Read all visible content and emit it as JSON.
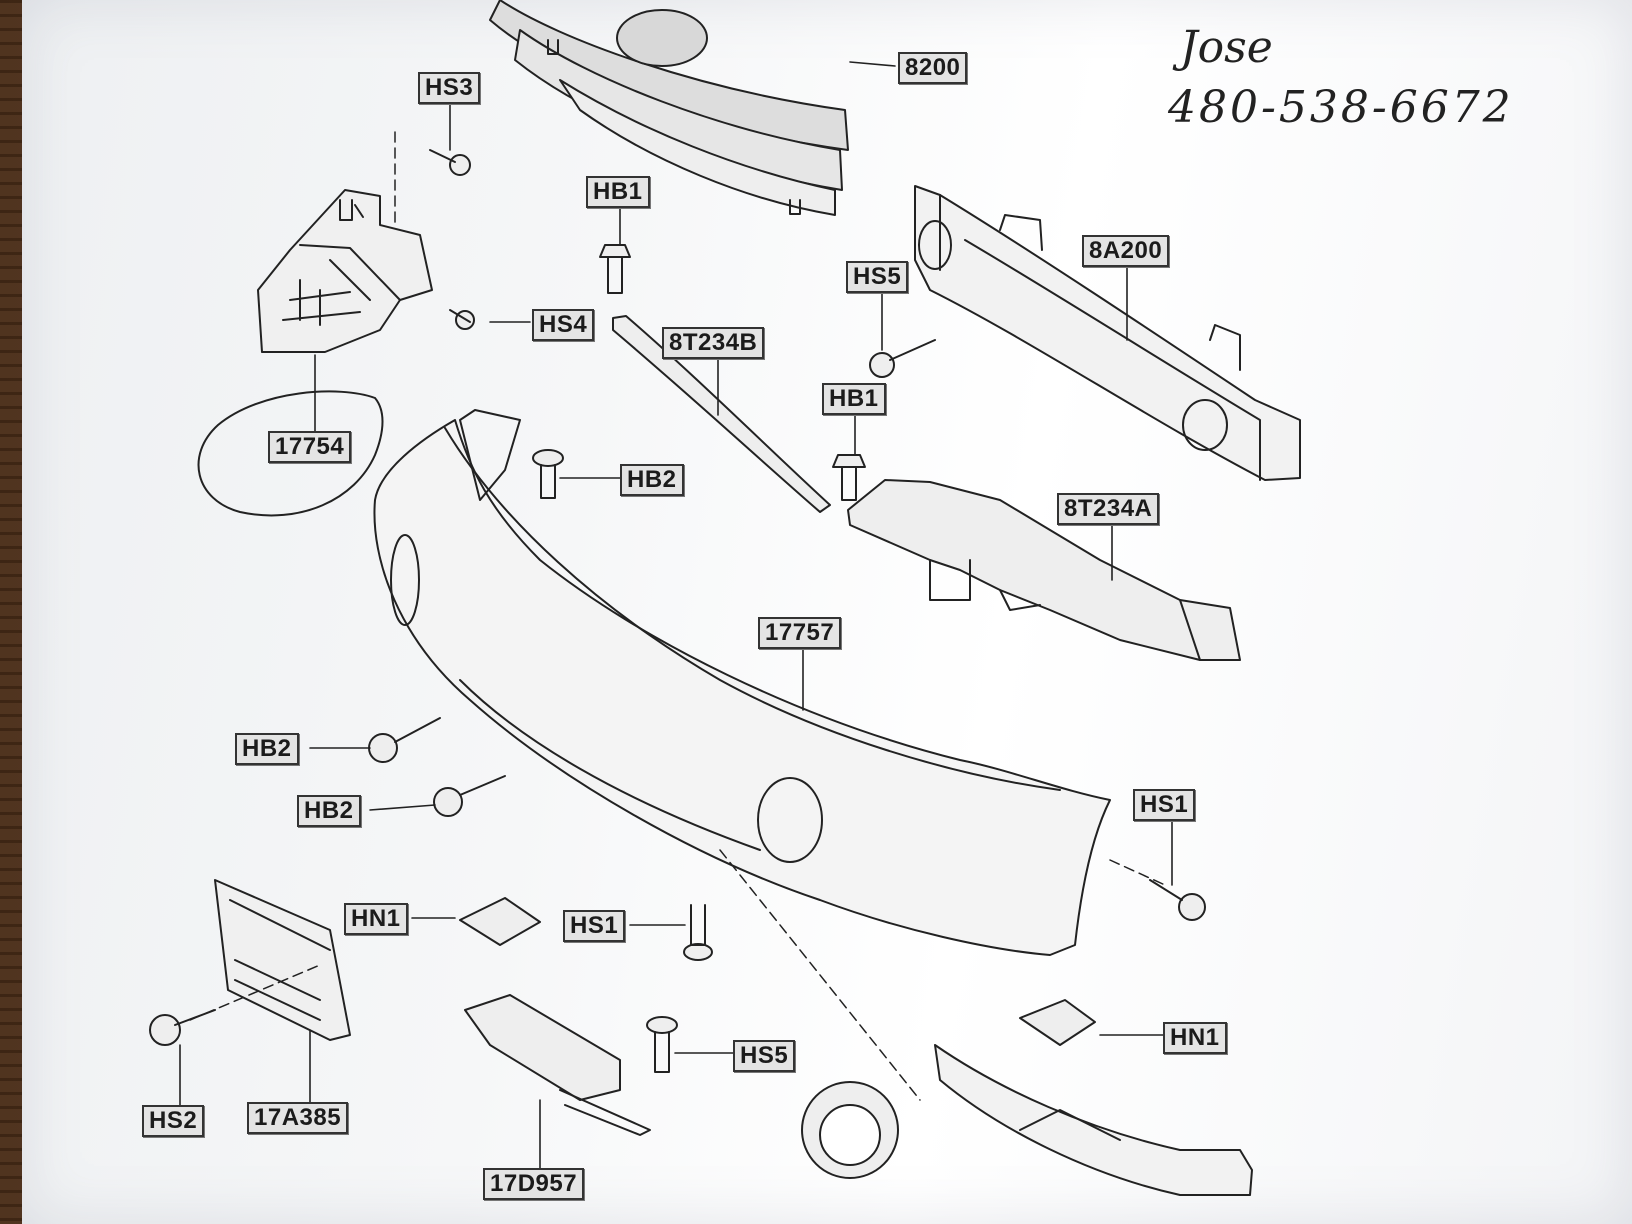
{
  "handwriting": {
    "name": "Jose",
    "phone": "480-538-6672"
  },
  "callouts": {
    "c8200": "8200",
    "cHS3": "HS3",
    "cHB1_top": "HB1",
    "c8A200": "8A200",
    "cHS5_top": "HS5",
    "cHS4": "HS4",
    "c8T234B": "8T234B",
    "cHB1_mid": "HB1",
    "c17754": "17754",
    "cHB2_top": "HB2",
    "c8T234A": "8T234A",
    "c17757": "17757",
    "cHB2_left1": "HB2",
    "cHB2_left2": "HB2",
    "cHS1_right": "HS1",
    "cHN1_left": "HN1",
    "cHS1_bottom": "HS1",
    "cHN1_right": "HN1",
    "cHS5_bottom": "HS5",
    "cHS2": "HS2",
    "c17A385": "17A385",
    "c17D957": "17D957"
  },
  "colors": {
    "ink": "#222222",
    "paper": "#f6f7f8",
    "label_bg": "#e4e4e4",
    "table": "#5a3b22"
  }
}
